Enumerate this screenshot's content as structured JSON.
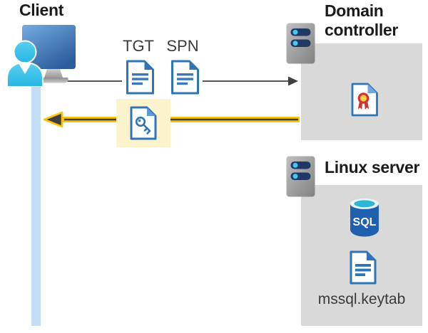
{
  "client": {
    "label": "Client"
  },
  "flow": {
    "tgt_label": "TGT",
    "spn_label": "SPN"
  },
  "domain_controller": {
    "label": "Domain controller"
  },
  "linux_server": {
    "label": "Linux server",
    "sql_badge": "SQL",
    "keytab_filename": "mssql.keytab"
  },
  "icons": {
    "client": "user-with-monitor-icon",
    "domain_controller": "server-icon",
    "linux_server": "server-icon",
    "tgt": "document-icon",
    "spn": "document-icon",
    "service_ticket": "document-with-key-icon",
    "certificate": "certificate-icon",
    "database": "sql-database-icon",
    "keytab": "document-icon"
  },
  "colors": {
    "panel_gray": "#d9d9d9",
    "doc_blue": "#2e75b6",
    "gold": "#fcc30b",
    "highlight_bg": "#fbf3cc",
    "timeline_blue": "#c3dcf7",
    "arrow_gray": "#595959",
    "arrow_dark": "#404040",
    "person_cyan": "#3ec6ea",
    "server_navy": "#1f3864"
  }
}
